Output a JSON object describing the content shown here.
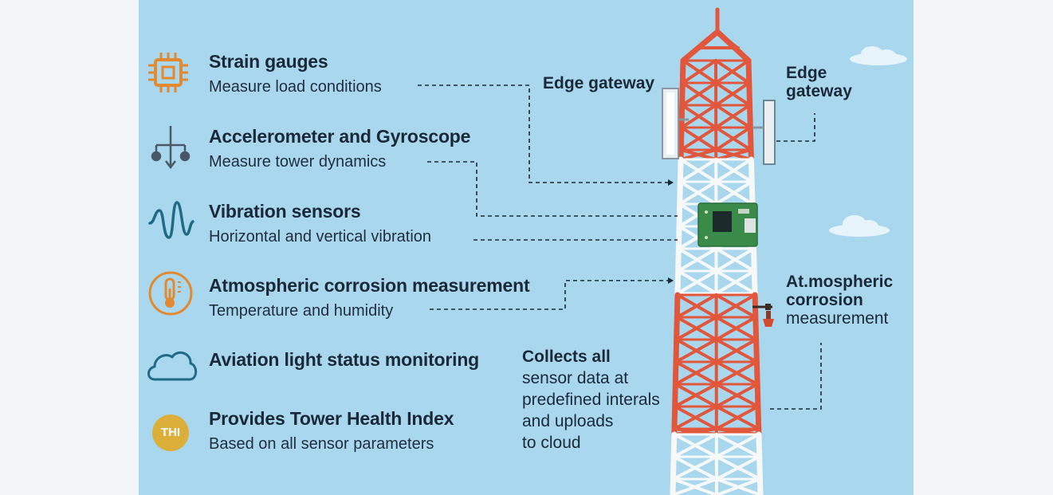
{
  "colors": {
    "sky": "#a9d8ee",
    "tower_red": "#e2563b",
    "tower_white": "#f7f8f8",
    "board_green": "#3a8a4a",
    "icon_orange": "#e3892f",
    "icon_gray": "#4a5866",
    "icon_teal": "#1f6b86",
    "thi_gold": "#dcae3a"
  },
  "sensors": [
    {
      "title": "Strain gauges",
      "subtitle": "Measure load conditions",
      "icon": "chip-icon"
    },
    {
      "title": "Accelerometer and Gyroscope",
      "subtitle": "Measure tower dynamics",
      "icon": "gyroscope-icon"
    },
    {
      "title": "Vibration sensors",
      "subtitle": "Horizontal and vertical vibration",
      "icon": "vibration-wave-icon"
    },
    {
      "title": "Atmospheric corrosion measurement",
      "subtitle": "Temperature and humidity",
      "icon": "thermometer-icon"
    },
    {
      "title": "Aviation light status monitoring",
      "subtitle": "",
      "icon": "cloud-icon"
    },
    {
      "title": "Provides Tower Health Index",
      "subtitle": "Based on all sensor parameters",
      "icon": "thi-badge-icon"
    }
  ],
  "thi_badge": "THI",
  "labels": {
    "edge_gateway_left": "Edge gateway",
    "edge_gateway_right_1": "Edge",
    "edge_gateway_right_2": "gateway",
    "corrosion_1": "At.mospheric",
    "corrosion_2": "corrosion",
    "corrosion_3": "measurement",
    "collects_1": "Collects all",
    "collects_2": "sensor data at",
    "collects_3": "predefined interals",
    "collects_4": "and uploads",
    "collects_5": "to cloud"
  }
}
